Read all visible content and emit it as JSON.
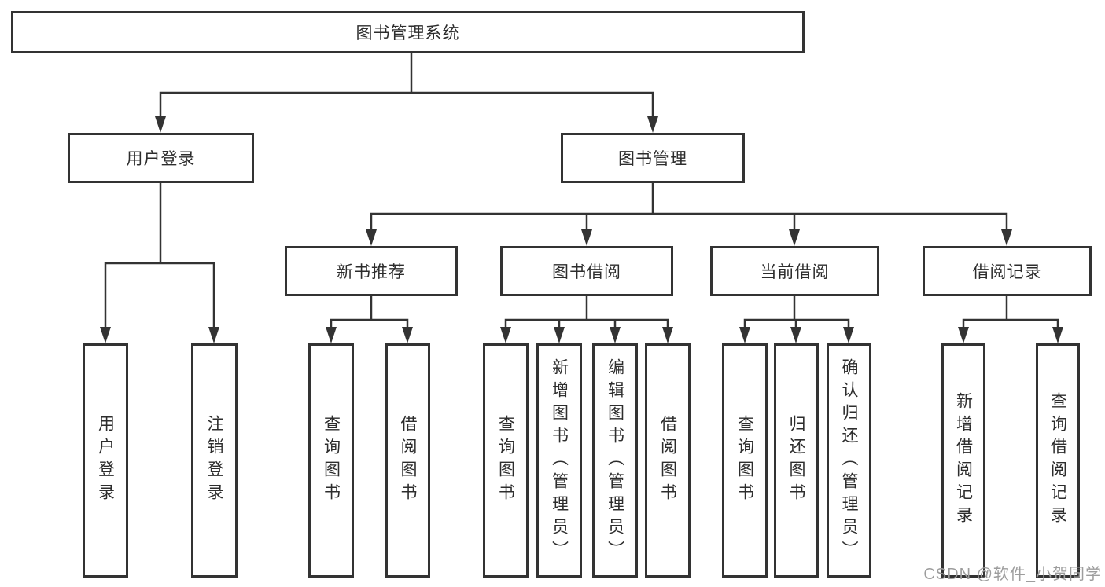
{
  "diagram": {
    "title": "图书管理系统",
    "modules": [
      {
        "label": "用户登录",
        "items": [
          "用户登录",
          "注销登录"
        ]
      },
      {
        "label": "图书管理",
        "submodules": [
          {
            "label": "新书推荐",
            "items": [
              "查询图书",
              "借阅图书"
            ]
          },
          {
            "label": "图书借阅",
            "items": [
              "查询图书",
              "新增图书（管理员）",
              "编辑图书（管理员）",
              "借阅图书"
            ]
          },
          {
            "label": "当前借阅",
            "items": [
              "查询图书",
              "归还图书",
              "确认归还（管理员）"
            ]
          },
          {
            "label": "借阅记录",
            "items": [
              "新增借阅记录",
              "查询借阅记录"
            ]
          }
        ]
      }
    ]
  },
  "watermark": {
    "text": "CSDN @软件_小贺同学"
  },
  "colors": {
    "line": "#333333",
    "box_border": "#333333",
    "text": "#2d2d2d",
    "watermark": "#9d9d9d",
    "background": "#ffffff"
  }
}
